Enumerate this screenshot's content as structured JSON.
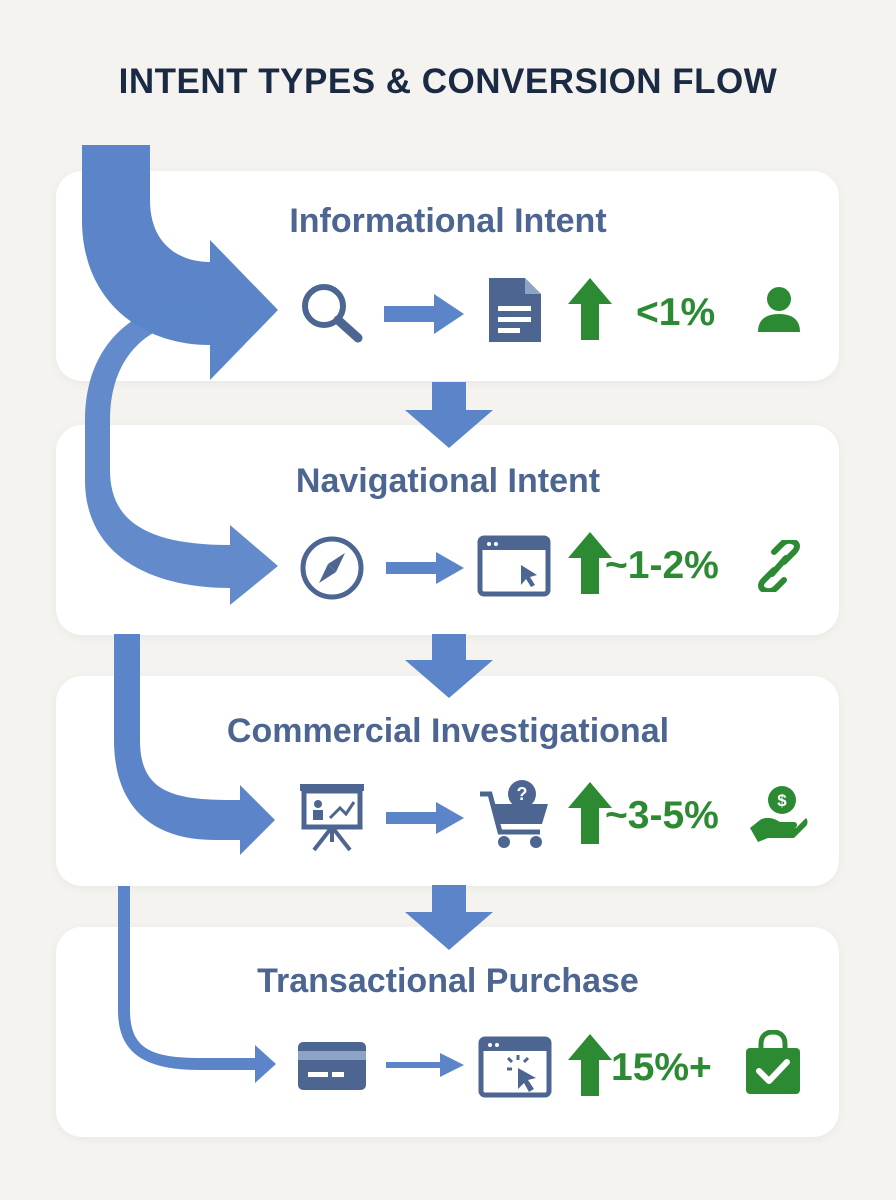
{
  "title": "INTENT TYPES & CONVERSION FLOW",
  "colors": {
    "flow_blue": "#5b85c8",
    "icon_slate": "#4d6591",
    "positive_green": "#2c8a33",
    "card_bg": "#ffffff",
    "page_bg": "#f4f3ef"
  },
  "stages": [
    {
      "title": "Informational Intent",
      "conversion_rate": "<1%",
      "icons": [
        "search-icon",
        "document-icon",
        "up-arrow-icon",
        "user-icon"
      ]
    },
    {
      "title": "Navigational Intent",
      "conversion_rate": "~1-2%",
      "icons": [
        "compass-icon",
        "browser-window-icon",
        "up-arrow-icon",
        "link-icon"
      ]
    },
    {
      "title": "Commercial Investigational",
      "conversion_rate": "~3-5%",
      "icons": [
        "presentation-board-icon",
        "cart-question-icon",
        "up-arrow-icon",
        "money-hand-icon"
      ]
    },
    {
      "title": "Transactional Purchase",
      "conversion_rate": "15%+",
      "icons": [
        "credit-card-icon",
        "browser-click-icon",
        "up-arrow-icon",
        "shopping-bag-check-icon"
      ]
    }
  ]
}
